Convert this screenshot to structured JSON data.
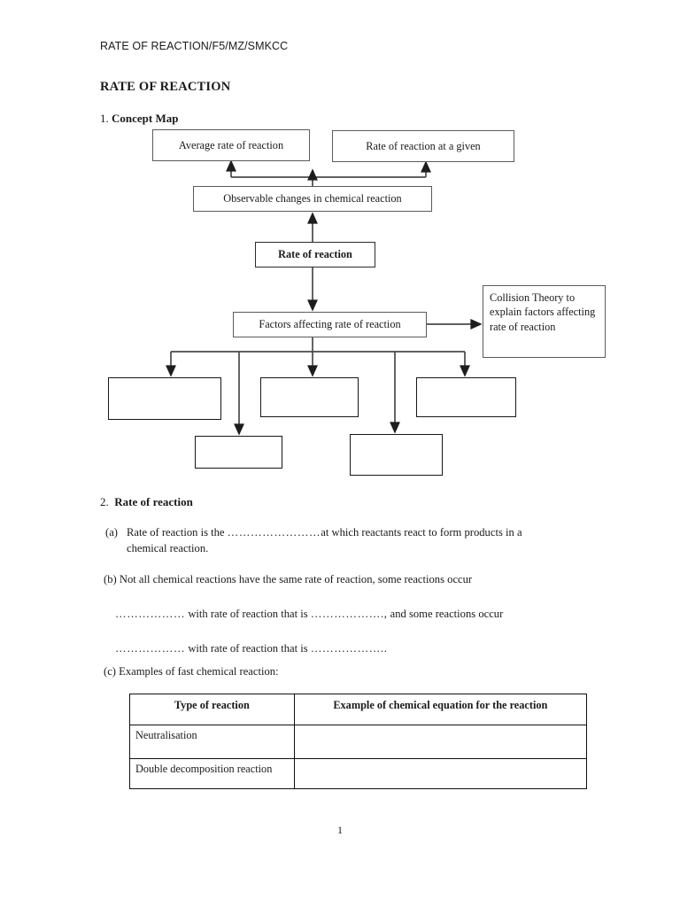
{
  "document": {
    "header": "RATE OF REACTION/F5/MZ/SMKCC",
    "title": "RATE OF REACTION",
    "page_number": "1"
  },
  "section_1": {
    "number": "1.",
    "heading": "Concept  Map",
    "concept_map": {
      "nodes": [
        {
          "id": "average",
          "label": "Average rate of reaction",
          "bold": false,
          "empty": false
        },
        {
          "id": "instant",
          "label": "Rate of reaction at a given",
          "bold": false,
          "empty": false,
          "faint_second_line": ".."
        },
        {
          "id": "observable",
          "label": "Observable changes in chemical reaction",
          "bold": false,
          "empty": false
        },
        {
          "id": "rate",
          "label": "Rate of reaction",
          "bold": true,
          "empty": false
        },
        {
          "id": "factors",
          "label": "Factors affecting rate of reaction",
          "bold": false,
          "empty": false
        },
        {
          "id": "collision",
          "label": "Collision Theory to explain factors affecting rate of reaction",
          "bold": false,
          "empty": false
        },
        {
          "id": "f1",
          "label": "",
          "bold": false,
          "empty": true
        },
        {
          "id": "f2",
          "label": "",
          "bold": false,
          "empty": true
        },
        {
          "id": "f3",
          "label": "",
          "bold": false,
          "empty": true
        },
        {
          "id": "f4",
          "label": "",
          "bold": false,
          "empty": true
        },
        {
          "id": "f5",
          "label": "",
          "bold": false,
          "empty": true
        }
      ]
    }
  },
  "section_2": {
    "number": "2.",
    "heading": "Rate of reaction",
    "item_a": {
      "marker": "(a)",
      "text_before": "Rate of reaction is the",
      "blank": "……………………",
      "text_after": "at which reactants react to form products in a",
      "text_line2": "chemical reaction."
    },
    "item_b": {
      "marker": "(b)",
      "line1": "Not all chemical reactions have the same rate of reaction, some reactions occur",
      "line2_blank1": "………………",
      "line2_mid": "with rate of reaction that is",
      "line2_blank2": "……………….,",
      "line2_end": "and some reactions occur",
      "line3_blank1": "………………",
      "line3_mid": "with rate of reaction that is",
      "line3_blank2": "……………….."
    },
    "item_c": {
      "marker": "(c)",
      "text": "Examples of fast chemical reaction:",
      "table": {
        "headers": [
          "Type of reaction",
          "Example of chemical equation for the reaction"
        ],
        "rows": [
          [
            "Neutralisation",
            ""
          ],
          [
            "Double decomposition reaction",
            ""
          ]
        ]
      }
    }
  },
  "colors": {
    "text": "#1a1a1a",
    "border_light": "#5b5b5b",
    "border_dark": "#171717",
    "connector": "#4a4a4a"
  }
}
